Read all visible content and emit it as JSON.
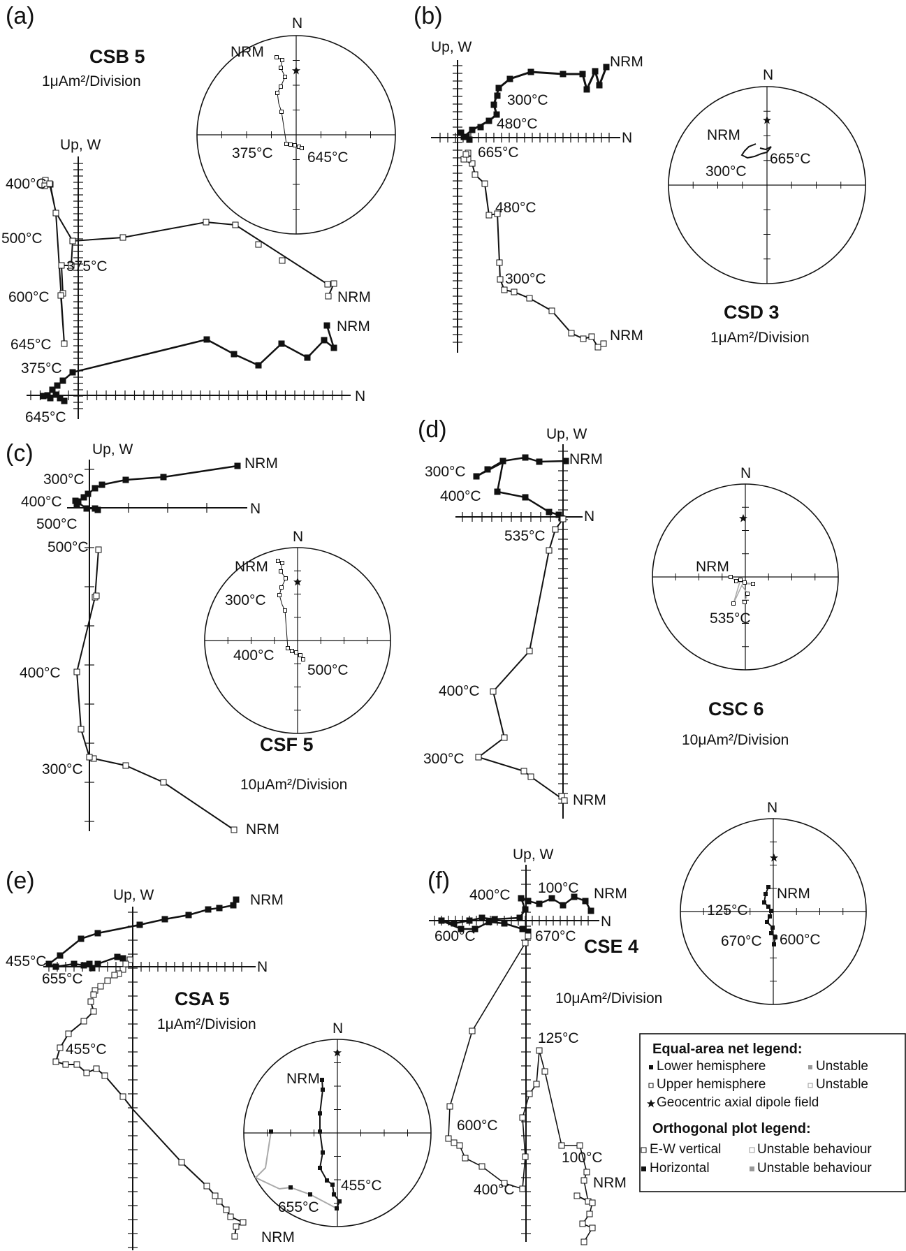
{
  "panels": [
    {
      "tag": "(a)",
      "title": "CSB 5",
      "scale": "1μAm²/Division",
      "axis_v_label": "Up, W",
      "axis_h_label": "N",
      "orth_labels": [
        "400°C",
        "500°C",
        "375°C",
        "600°C",
        "645°C",
        "NRM",
        "375°C",
        "NRM",
        "645°C"
      ],
      "net_north": "N",
      "net_labels": [
        "NRM",
        "375°C",
        "645°C"
      ]
    },
    {
      "tag": "(b)",
      "title": "CSD 3",
      "scale": "1μAm²/Division",
      "axis_v_label": "Up, W",
      "axis_h_label": "N",
      "orth_labels": [
        "NRM",
        "300°C",
        "480°C",
        "665°C",
        "480°C",
        "300°C",
        "NRM"
      ],
      "net_north": "N",
      "net_labels": [
        "NRM",
        "300°C",
        "665°C"
      ]
    },
    {
      "tag": "(c)",
      "title": "CSF 5",
      "scale": "10μAm²/Division",
      "axis_v_label": "Up, W",
      "axis_h_label": "N",
      "orth_labels": [
        "NRM",
        "300°C",
        "400°C",
        "500°C",
        "500°C",
        "400°C",
        "300°C",
        "NRM"
      ],
      "net_north": "N",
      "net_labels": [
        "NRM",
        "300°C",
        "400°C",
        "500°C"
      ]
    },
    {
      "tag": "(d)",
      "title": "CSC 6",
      "scale": "10μAm²/Division",
      "axis_v_label": "Up, W",
      "axis_h_label": "N",
      "orth_labels": [
        "NRM",
        "300°C",
        "400°C",
        "535°C",
        "400°C",
        "300°C",
        "NRM"
      ],
      "net_north": "N",
      "net_labels": [
        "NRM",
        "535°C"
      ]
    },
    {
      "tag": "(e)",
      "title": "CSA 5",
      "scale": "1μAm²/Division",
      "axis_v_label": "Up, W",
      "axis_h_label": "N",
      "orth_labels": [
        "NRM",
        "455°C",
        "655°C",
        "455°C",
        "NRM"
      ],
      "net_north": "N",
      "net_labels": [
        "NRM",
        "455°C",
        "655°C"
      ]
    },
    {
      "tag": "(f)",
      "title": "CSE 4",
      "scale": "10μAm²/Division",
      "axis_v_label": "Up, W",
      "axis_h_label": "N",
      "orth_labels": [
        "400°C",
        "100°C",
        "NRM",
        "600°C",
        "670°C",
        "125°C",
        "600°C",
        "100°C",
        "NRM",
        "400°C"
      ],
      "net_north": "N",
      "net_labels": [
        "NRM",
        "125°C",
        "670°C",
        "600°C"
      ]
    }
  ],
  "legend": {
    "net_title": "Equal-area net legend:",
    "net_items": [
      "Lower hemisphere",
      "Unstable",
      "Upper hemisphere",
      "Unstable",
      "Geocentric axial dipole field"
    ],
    "orth_title": "Orthogonal plot legend:",
    "orth_items": [
      "E-W vertical",
      "Unstable behaviour",
      "Horizontal",
      "Unstable behaviour"
    ]
  },
  "colors": {
    "line": "#1a1a1a",
    "unstable": "#aaaaaa"
  },
  "icons": {
    "lower": "filled-square-icon",
    "upper": "open-square-icon",
    "gad": "star-icon"
  }
}
